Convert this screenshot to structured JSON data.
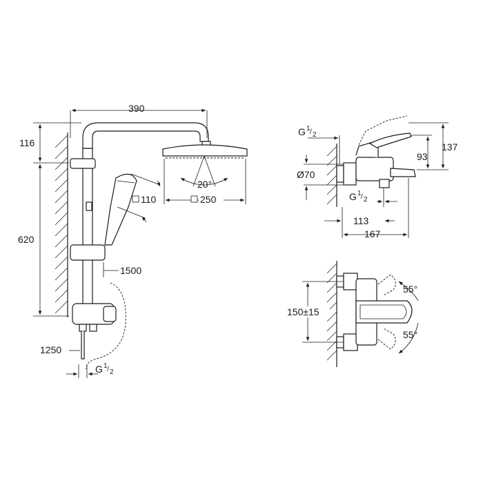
{
  "dimensions": {
    "arm_width": "390",
    "head_height": "116",
    "rail_height": "620",
    "hand_shower_square": "110",
    "head_square": "250",
    "spray_angle": "20°",
    "hose_length": "1500",
    "inlet_hose": "1250",
    "inlet_thread_g": "G",
    "inlet_thread_frac_num": "1",
    "inlet_thread_frac_den": "2",
    "mixer_top_g": "G",
    "mixer_top_num": "1",
    "mixer_top_den": "2",
    "mixer_diameter": "Ø70",
    "mixer_spout_g": "G",
    "mixer_spout_num": "1",
    "mixer_spout_den": "2",
    "mixer_spout_reach": "113",
    "mixer_total_depth": "167",
    "mixer_lever_height": "93",
    "mixer_total_height": "137",
    "mixer_centres": "150±15",
    "lever_angle_top": "55°",
    "lever_angle_bottom": "55°"
  }
}
